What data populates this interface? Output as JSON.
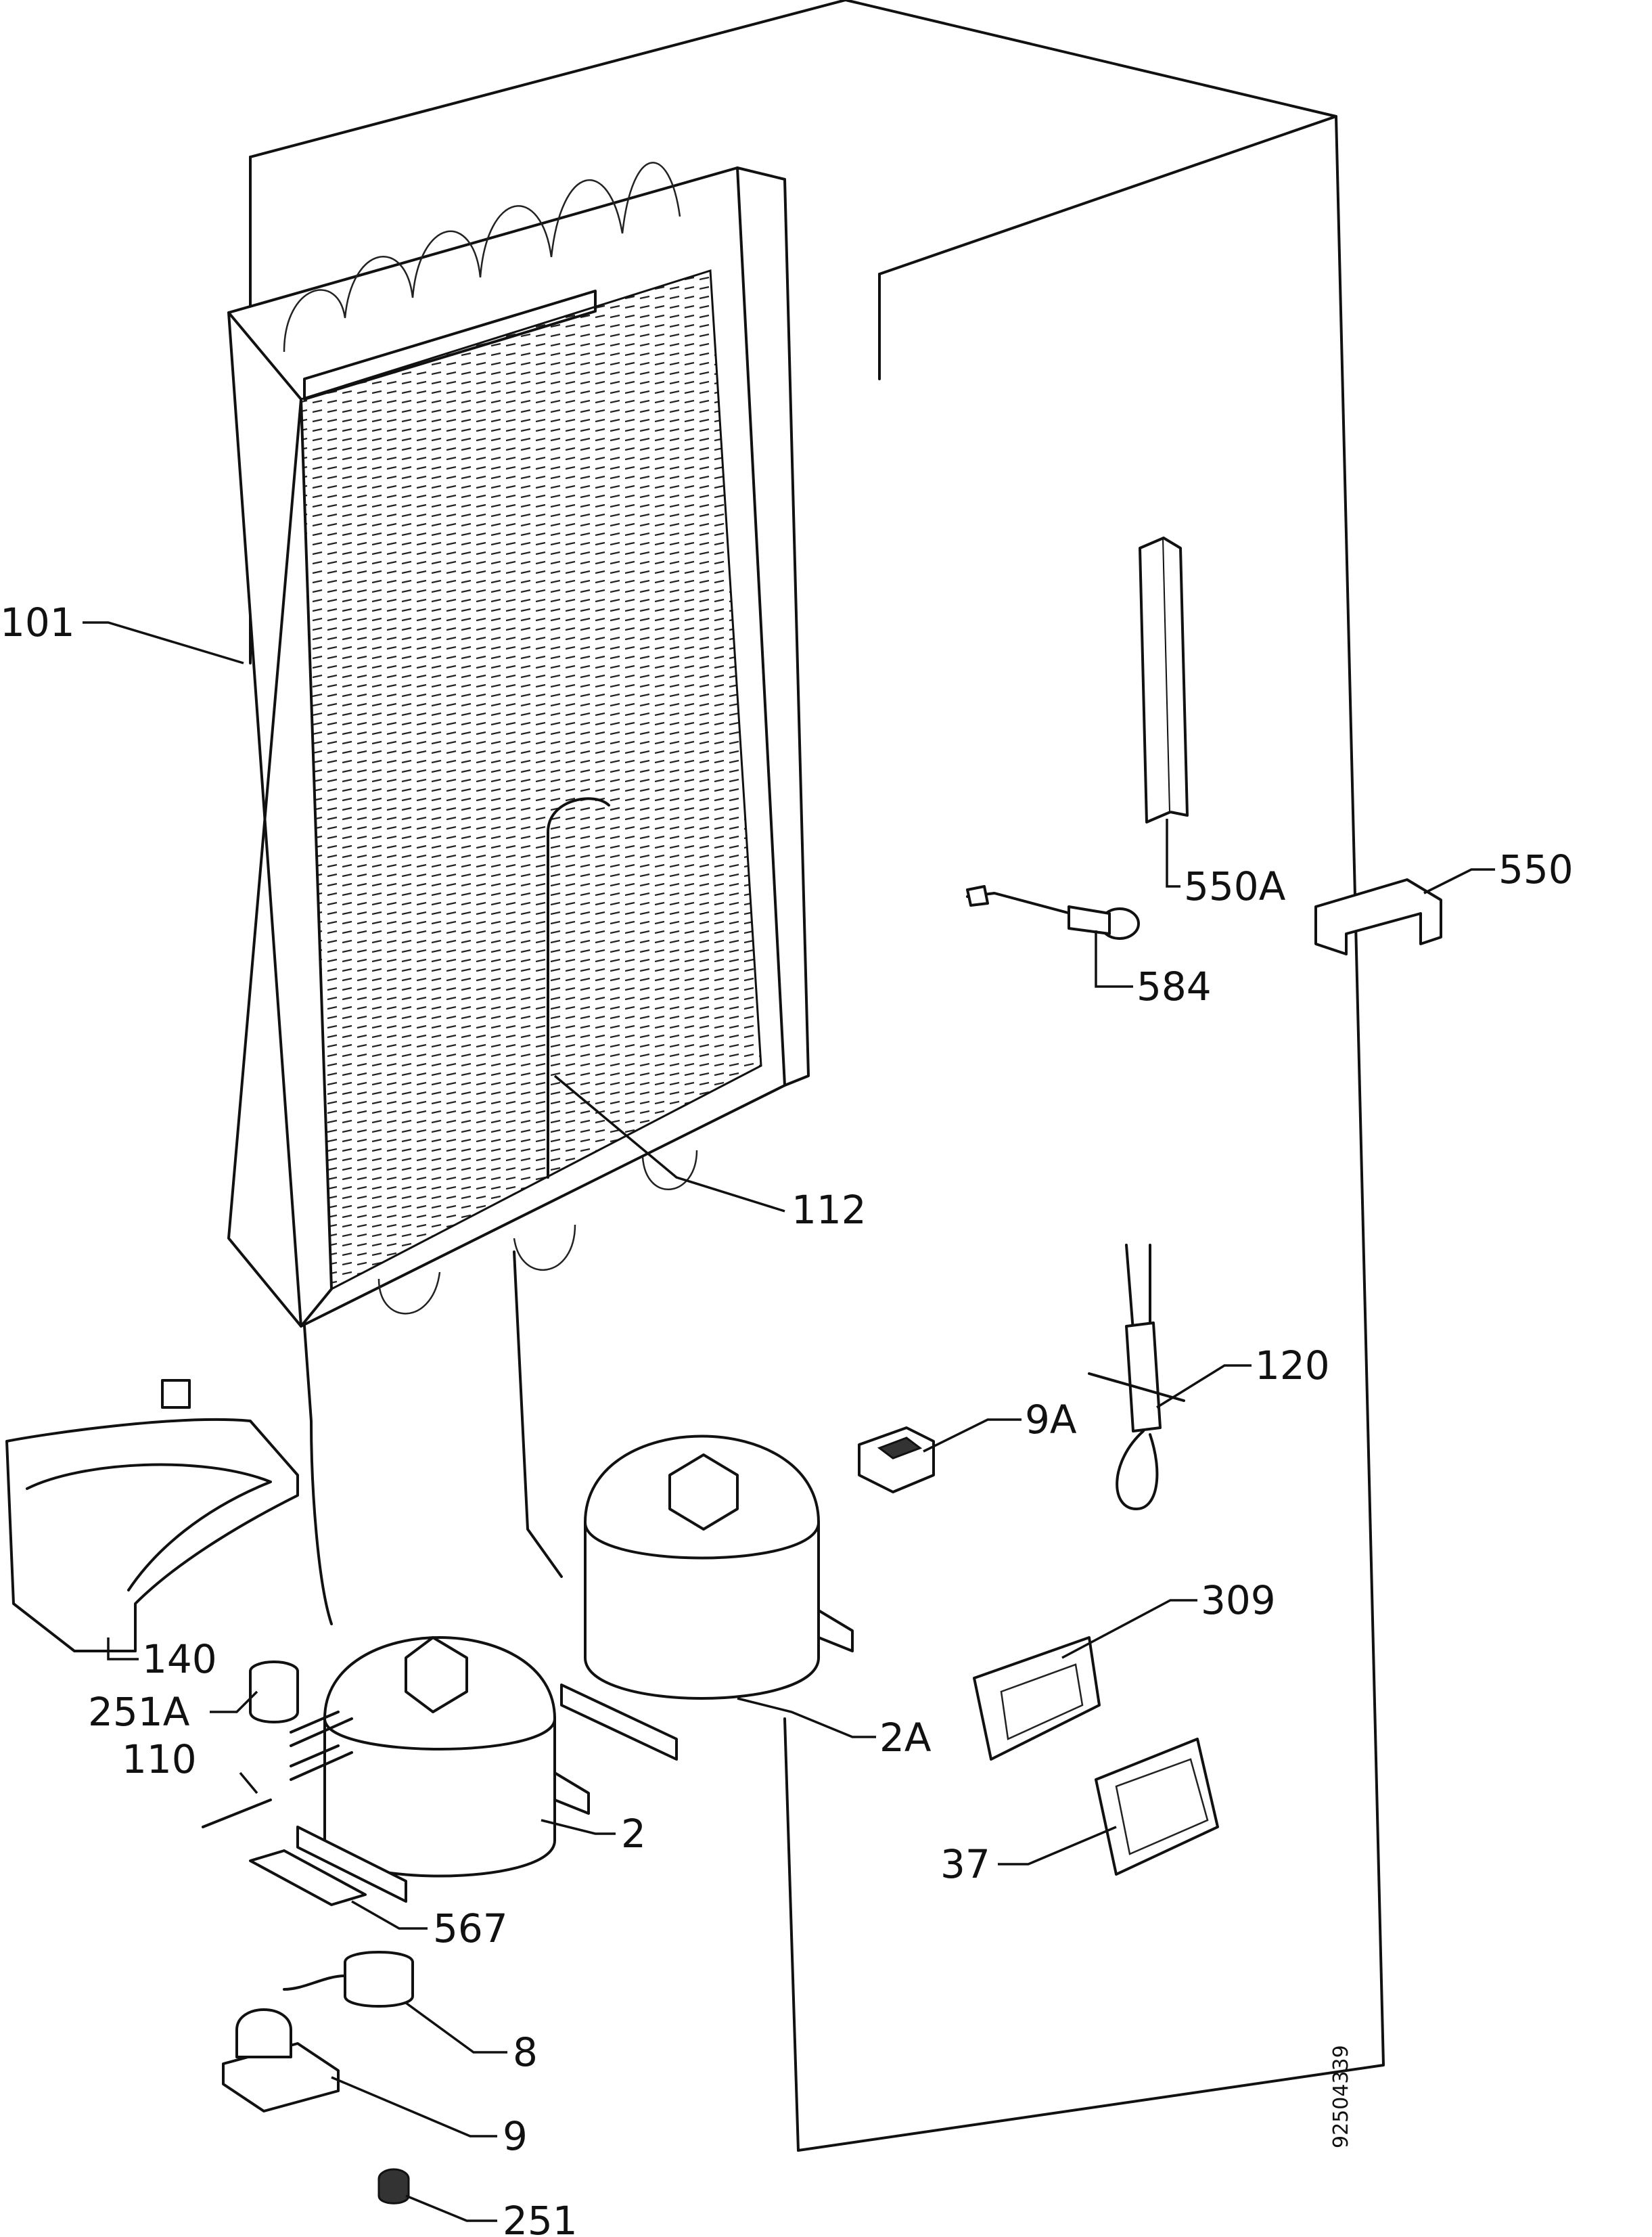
{
  "diagram": {
    "part_labels": [
      {
        "id": "101",
        "text": "101"
      },
      {
        "id": "112",
        "text": "112"
      },
      {
        "id": "550a",
        "text": "550A"
      },
      {
        "id": "550",
        "text": "550"
      },
      {
        "id": "584",
        "text": "584"
      },
      {
        "id": "120",
        "text": "120"
      },
      {
        "id": "9a",
        "text": "9A"
      },
      {
        "id": "309",
        "text": "309"
      },
      {
        "id": "2a",
        "text": "2A"
      },
      {
        "id": "37",
        "text": "37"
      },
      {
        "id": "140",
        "text": "140"
      },
      {
        "id": "251a",
        "text": "251A"
      },
      {
        "id": "110",
        "text": "110"
      },
      {
        "id": "2",
        "text": "2"
      },
      {
        "id": "567",
        "text": "567"
      },
      {
        "id": "8",
        "text": "8"
      },
      {
        "id": "9",
        "text": "9"
      },
      {
        "id": "251",
        "text": "251"
      }
    ],
    "drawing_code": "92504339"
  }
}
